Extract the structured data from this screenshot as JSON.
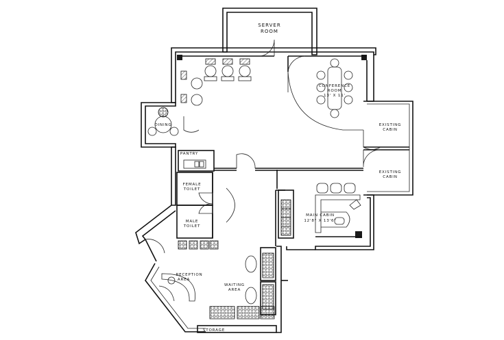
{
  "rooms": {
    "server_room": [
      "SERVER",
      "ROOM"
    ],
    "conference_room": [
      "CONFERENCE",
      "ROOM",
      "13' X 11'"
    ],
    "existing_cabin_1": [
      "EXISTING",
      "CABIN"
    ],
    "existing_cabin_2": [
      "EXISTING",
      "CABIN"
    ],
    "dining": "DINING",
    "pantry": "PANTRY",
    "female_toilet": [
      "FEMALE",
      "TOILET"
    ],
    "male_toilet": [
      "MALE",
      "TOILET"
    ],
    "main_cabin": [
      "MAIN CABIN",
      "12'8\" X 13'6\""
    ],
    "reception_area": [
      "RECEPTION",
      "AREA"
    ],
    "waiting_area": [
      "WAITING",
      "AREA"
    ],
    "storage": "STORAGE"
  },
  "colors": {
    "wall": "#1a1a1a",
    "line": "#222222",
    "background": "#ffffff"
  }
}
